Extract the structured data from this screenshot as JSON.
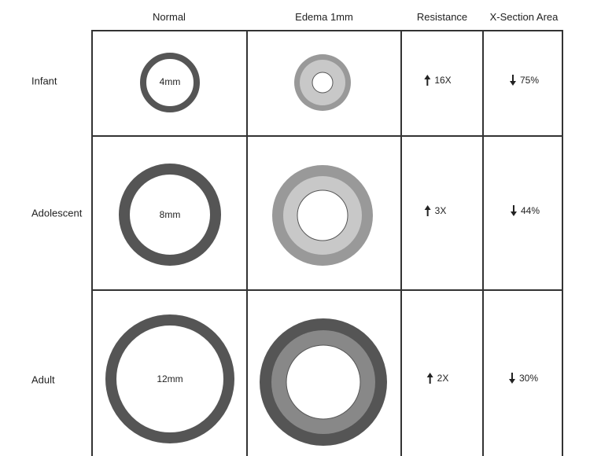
{
  "columns": {
    "normal": "Normal",
    "edema": "Edema 1mm",
    "resistance": "Resistance",
    "area": "X-Section Area"
  },
  "rows": [
    {
      "label": "Infant",
      "normal_diameter": "4mm",
      "resistance": "16X",
      "area": "75%"
    },
    {
      "label": "Adolescent",
      "normal_diameter": "8mm",
      "resistance": "3X",
      "area": "44%"
    },
    {
      "label": "Adult",
      "normal_diameter": "12mm",
      "resistance": "2X",
      "area": "30%"
    }
  ],
  "icons": {
    "resistance_direction": "arrow-up-icon",
    "area_direction": "arrow-down-icon"
  },
  "colors": {
    "wall": "#555555",
    "edema": "#999999",
    "edema_light": "#c8c8c8",
    "grid": "#333333",
    "background": "#ffffff"
  }
}
